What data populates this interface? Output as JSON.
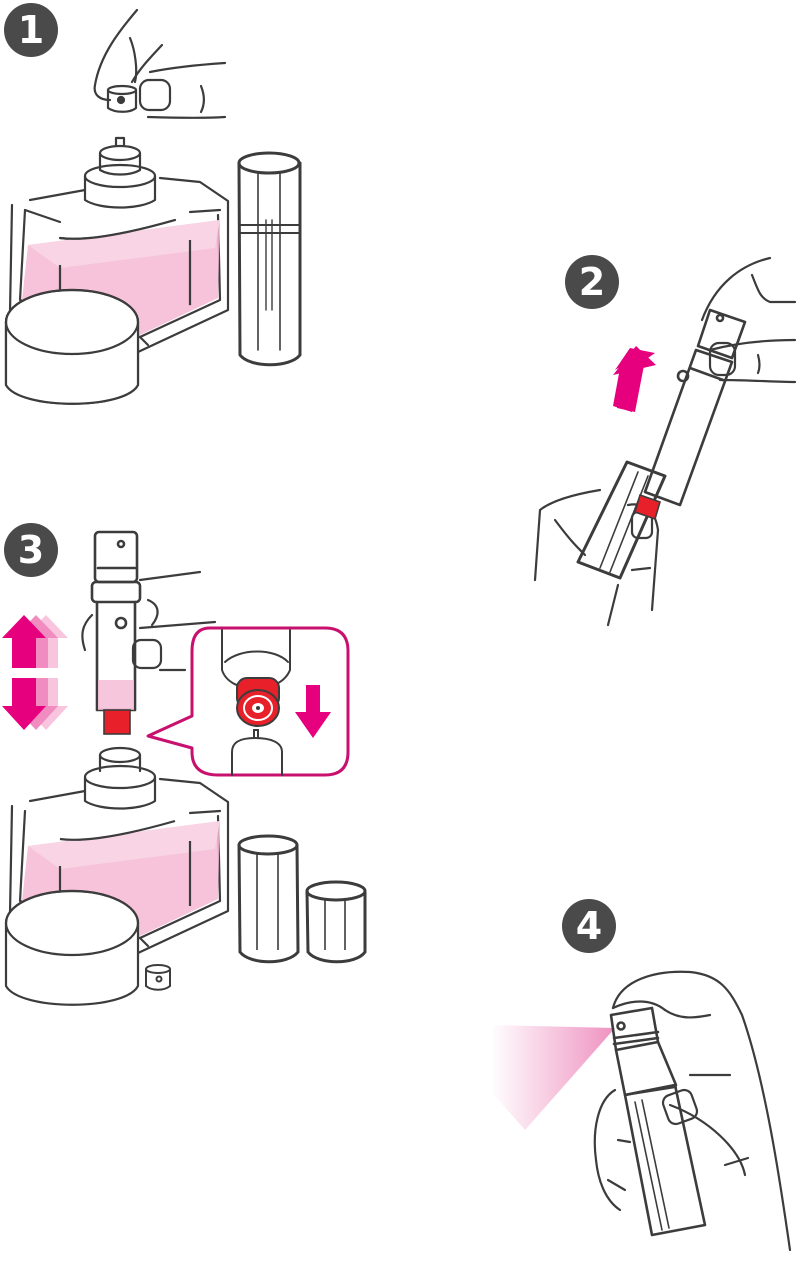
{
  "colors": {
    "badge_bg": "#4a4a4a",
    "badge_text": "#ffffff",
    "line": "#3c3c3c",
    "arrow_magenta": "#e6007e",
    "arrow_faded_1": "#f08cc0",
    "arrow_faded_2": "#f8c4de",
    "cap_red": "#e8202a",
    "liquid_pink": "#f4b8d4",
    "liquid_pink_light": "#f9d6e6",
    "callout_border": "#c8106e",
    "spray_pink": "#ee8cbd"
  },
  "steps": [
    {
      "number": "1",
      "description": "remove-spray-cap-from-perfume-bottle"
    },
    {
      "number": "2",
      "description": "pull-atomizer-out-of-outer-case"
    },
    {
      "number": "3",
      "description": "pump-atomizer-onto-bottle-nozzle"
    },
    {
      "number": "4",
      "description": "spray-filled-atomizer"
    }
  ]
}
